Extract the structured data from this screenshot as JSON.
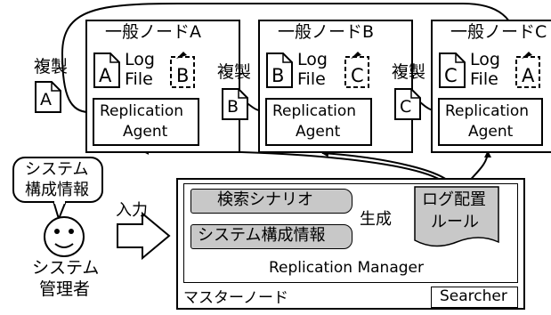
{
  "nodes": [
    {
      "title": "一般ノードA",
      "log_letter": "A",
      "log_label_1": "Log",
      "log_label_2": "File",
      "replica_letter": "B",
      "agent_1": "Replication",
      "agent_2": "Agent"
    },
    {
      "title": "一般ノードB",
      "log_letter": "B",
      "log_label_1": "Log",
      "log_label_2": "File",
      "replica_letter": "C",
      "agent_1": "Replication",
      "agent_2": "Agent"
    },
    {
      "title": "一般ノードC",
      "log_letter": "C",
      "log_label_1": "Log",
      "log_label_2": "File",
      "replica_letter": "A",
      "agent_1": "Replication",
      "agent_2": "Agent"
    }
  ],
  "copies": [
    {
      "label": "複製",
      "letter": "A"
    },
    {
      "label": "複製",
      "letter": "B"
    },
    {
      "label": "複製",
      "letter": "C"
    }
  ],
  "admin": {
    "bubble_1": "システム",
    "bubble_2": "構成情報",
    "face": "☺",
    "label_1": "システム",
    "label_2": "管理者",
    "input_label": "入力"
  },
  "master": {
    "search_scenario": "検索シナリオ",
    "system_config": "システム構成情報",
    "generate_label": "生成",
    "rule_1": "ログ配置",
    "rule_2": "ルール",
    "manager": "Replication Manager",
    "node_label": "マスターノード",
    "searcher": "Searcher"
  },
  "colors": {
    "line": "#000000",
    "doc_fill": "#ffffff",
    "shaded": "#c8c8c8"
  }
}
